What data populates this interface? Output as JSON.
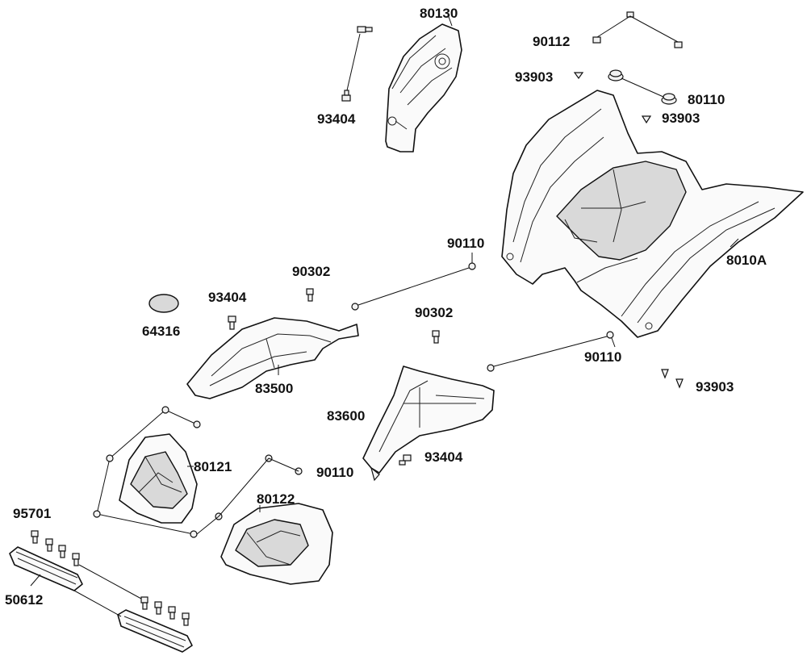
{
  "labels": {
    "p80130": "80130",
    "p93404_top": "93404",
    "p90112": "90112",
    "p93903_top": "93903",
    "p80110": "80110",
    "p93903_right": "93903",
    "p8010A": "8010A",
    "p90110_upper": "90110",
    "p90302_left": "90302",
    "p93404_left": "93404",
    "p64316": "64316",
    "p83500": "83500",
    "p90302_mid": "90302",
    "p90110_right": "90110",
    "p93903_lower": "93903",
    "p83600": "83600",
    "p80121": "80121",
    "p90110_lower": "90110",
    "p93404_lower": "93404",
    "p95701": "95701",
    "p80122": "80122",
    "p50612": "50612"
  }
}
